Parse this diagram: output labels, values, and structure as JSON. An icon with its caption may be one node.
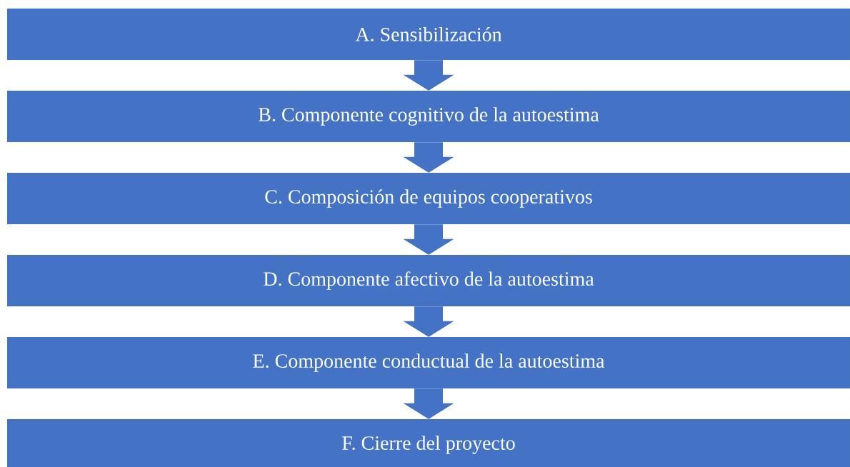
{
  "diagram": {
    "nodes": [
      {
        "text": [
          "A. Sensibilización"
        ]
      },
      {
        "text": [
          "B. Componente cognitivo de la autoestima"
        ]
      },
      {
        "text": [
          "C. Composición de equipos cooperativos"
        ]
      },
      {
        "text": [
          "D. Componente afectivo de la autoestima"
        ]
      },
      {
        "text": [
          "E. Componente conductual de la autoestima"
        ]
      },
      {
        "text": [
          "F. Cierre del proyecto"
        ]
      }
    ],
    "edges": [
      {
        "from": 0,
        "to": 1,
        "arrow": "to"
      },
      {
        "from": 1,
        "to": 2,
        "arrow": "to"
      },
      {
        "from": 2,
        "to": 3,
        "arrow": "to"
      },
      {
        "from": 3,
        "to": 4,
        "arrow": "to"
      },
      {
        "from": 4,
        "to": 5,
        "arrow": "to"
      }
    ]
  }
}
